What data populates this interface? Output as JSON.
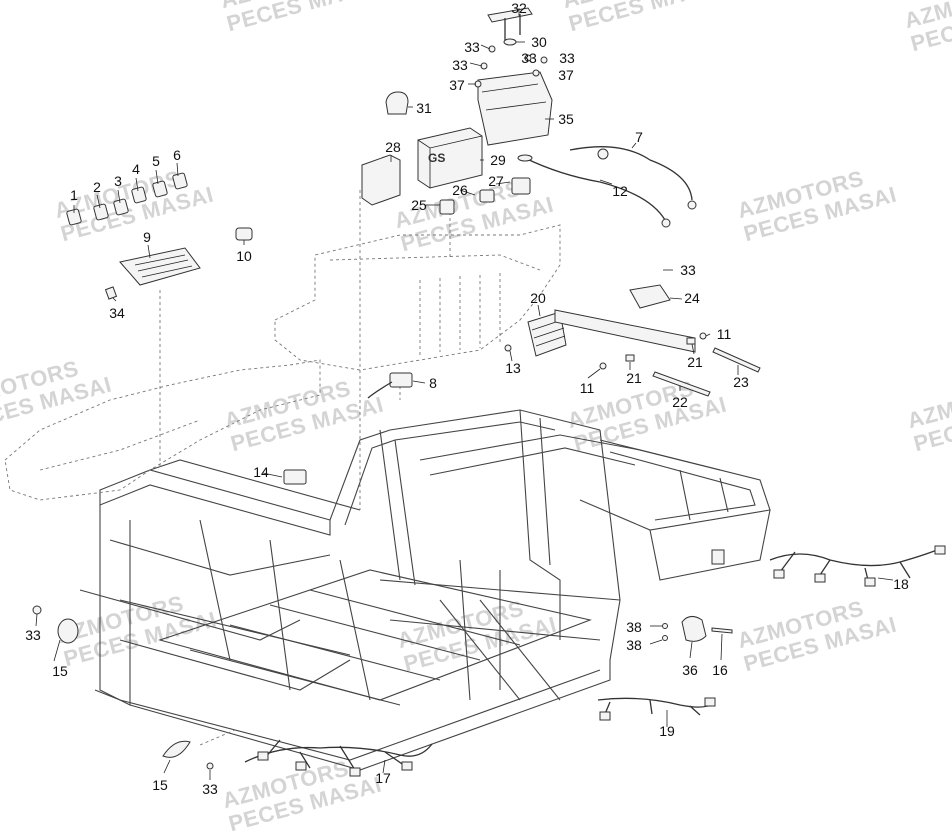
{
  "watermark": {
    "line1": "AZMOTORS",
    "line2": "PECES MASAI"
  },
  "callouts": {
    "n1": "1",
    "n2": "2",
    "n3": "3",
    "n4": "4",
    "n5": "5",
    "n6": "6",
    "n7": "7",
    "n8": "8",
    "n9": "9",
    "n10": "10",
    "n11a": "11",
    "n11b": "11",
    "n12": "12",
    "n13": "13",
    "n14": "14",
    "n15a": "15",
    "n15b": "15",
    "n16": "16",
    "n17": "17",
    "n18": "18",
    "n19": "19",
    "n20": "20",
    "n21a": "21",
    "n21b": "21",
    "n22": "22",
    "n23": "23",
    "n24": "24",
    "n25": "25",
    "n26": "26",
    "n27": "27",
    "n28": "28",
    "n29": "29",
    "n30": "30",
    "n31": "31",
    "n32": "32",
    "n33a": "33",
    "n33b": "33",
    "n33c": "33",
    "n33d": "33",
    "n33e": "33",
    "n33f": "33",
    "n33g": "33",
    "n34": "34",
    "n35": "35",
    "n36": "36",
    "n37a": "37",
    "n37b": "37",
    "n38a": "38",
    "n38b": "38"
  },
  "battery_text": "GS"
}
